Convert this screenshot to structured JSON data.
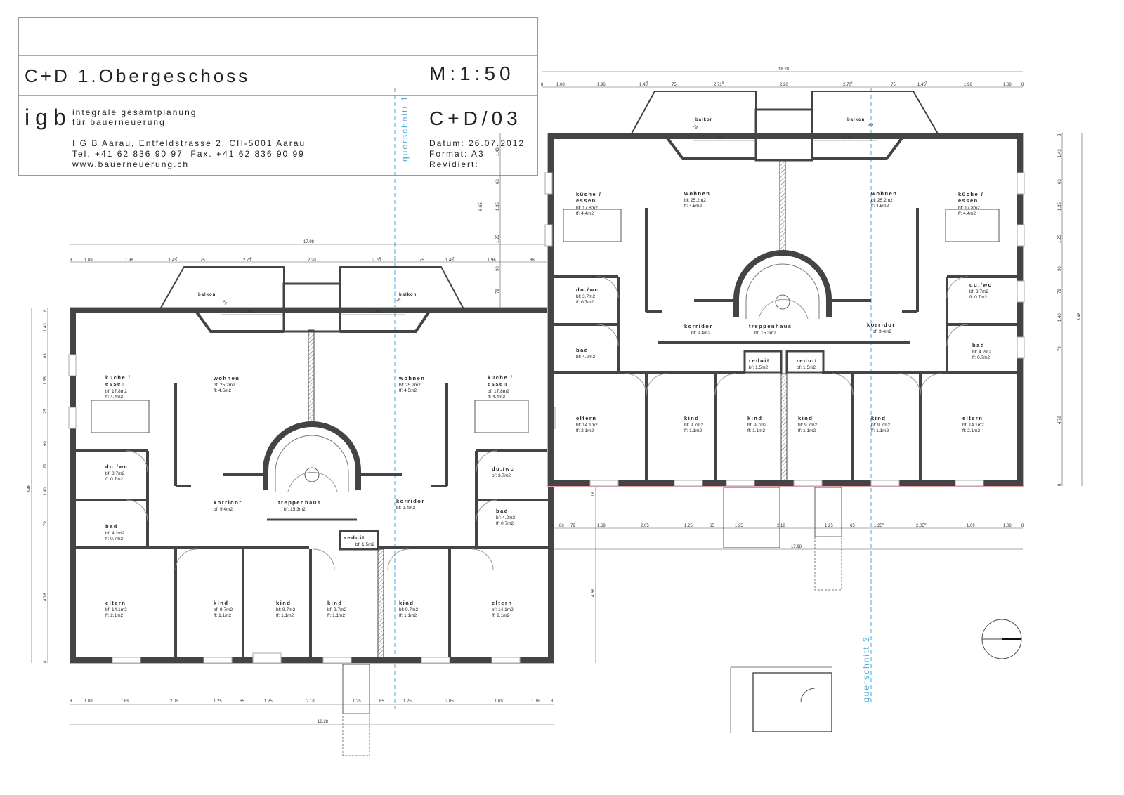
{
  "title_block": {
    "plan_title": "C+D 1.Obergeschoss",
    "scale": "M:1:50",
    "logo": "igb",
    "tagline_1": "integrale gesamtplanung",
    "tagline_2": "für bauerneuerung",
    "address": "I G B Aarau, Entfeldstrasse 2, CH-5001 Aarau",
    "phone": "Tel. +41 62 836 90 97  Fax. +41 62 836 90 99",
    "website": "www.bauerneuerung.ch",
    "plan_number": "C+D/03",
    "date": "Datum: 26.07.2012",
    "format": "Format: A3",
    "revised": "Revidiert:"
  },
  "sections": {
    "section_1": "querschnitt 1",
    "section_2": "querschnitt 2"
  },
  "rooms": {
    "kueche_name_1": "küche /",
    "kueche_name_2": "essen",
    "kueche_bf": "bf: 17.8m2",
    "kueche_ff": "ff: 4.4m2",
    "wohnen_name": "wohnen",
    "wohnen_bf": "bf: 25.2m2",
    "wohnen_ff": "ff: 4.5m2",
    "duwc_name": "du./wc",
    "duwc_bf": "bf: 3.7m2",
    "duwc_ff": "ff: 0.7m2",
    "bad_name": "bad",
    "bad_bf": "bf: 4.2m2",
    "bad_ff": "ff: 0.7m2",
    "korridor_name": "korridor",
    "korridor_bf": "bf: 9.4m2",
    "treppenhaus_name": "treppenhaus",
    "treppenhaus_bf": "bf: 15.3m2",
    "reduit_name": "reduit",
    "reduit_bf": "bf: 1.5m2",
    "eltern_name": "eltern",
    "eltern_bf": "bf: 14.1m2",
    "eltern_ff": "ff: 2.1m2",
    "kind_name": "kind",
    "kind_bf": "bf: 9.7m2",
    "kind_ff": "ff: 1.1m2",
    "balkon_name": "balkon"
  },
  "dimensions": {
    "overall_width": "18.28",
    "inner_width": "17.98",
    "overall_depth": "13.48",
    "top_chain": [
      "8",
      "1.08",
      "1.96",
      "1.45",
      "75",
      "2.71",
      "2.20",
      "2.70",
      "75",
      "1.45",
      "1.96",
      "86"
    ],
    "bottom_chain": [
      "8",
      "1.08",
      "1.69",
      "2.05",
      "1.25",
      "65",
      "1.25",
      "2.18",
      "1.25",
      "65",
      "1.25",
      "2.05",
      "1.69",
      "1.08",
      "8"
    ],
    "left_chain": [
      "8",
      "1.43",
      "63",
      "1.35",
      "1.25",
      "90",
      "79",
      "1.40",
      "79",
      "4.78",
      "8"
    ],
    "balkon_width": "2.41",
    "balkon_depth": "74",
    "stair_offset": "1.16",
    "lower_offset": "4.86",
    "side_height": "6.65",
    "exponent_7": "7",
    "exponent_8": "8",
    "exponent_5": "5"
  },
  "colors": {
    "wall": "#444444",
    "facade_outline": "#e8a0a8",
    "section_line": "#4aa8d8",
    "dimension": "#555555"
  }
}
